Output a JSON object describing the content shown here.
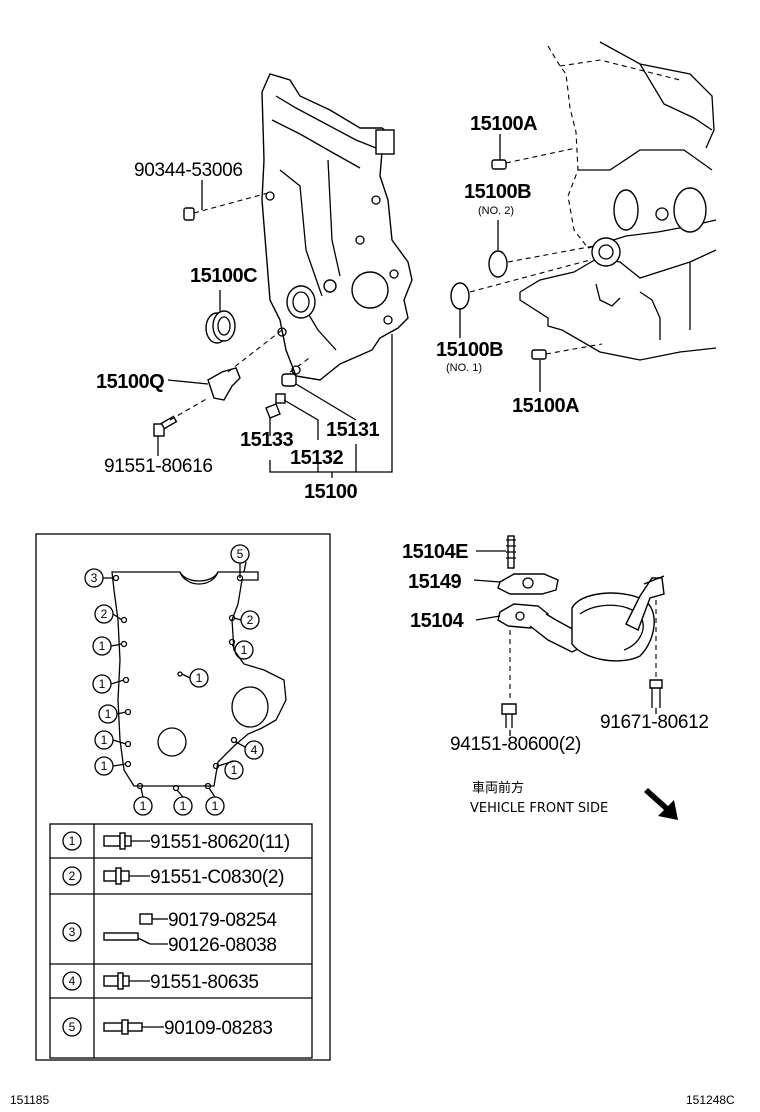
{
  "main_labels": {
    "p90344": "90344-53006",
    "p15100C": "15100C",
    "p15100Q": "15100Q",
    "p91551_80616": "91551-80616",
    "p15133": "15133",
    "p15132": "15132",
    "p15131": "15131",
    "p15100": "15100",
    "p15100A_top": "15100A",
    "p15100B_no2": "15100B",
    "no2": "(NO. 2)",
    "p15100B_no1": "15100B",
    "no1": "(NO. 1)",
    "p15100A_bot": "15100A"
  },
  "pump_labels": {
    "p15104E": "15104E",
    "p15149": "15149",
    "p15104": "15104",
    "p94151": "94151-80600(2)",
    "p91671": "91671-80612"
  },
  "direction": {
    "jp": "車両前方",
    "en": "VEHICLE FRONT SIDE"
  },
  "legend_rows": [
    {
      "num": "1",
      "codes": [
        "91551-80620(11)"
      ]
    },
    {
      "num": "2",
      "codes": [
        "91551-C0830(2)"
      ]
    },
    {
      "num": "3",
      "codes": [
        "90179-08254",
        "90126-08038"
      ]
    },
    {
      "num": "4",
      "codes": [
        "91551-80635"
      ]
    },
    {
      "num": "5",
      "codes": [
        "90109-08283"
      ]
    }
  ],
  "gasket_callouts": [
    "1",
    "1",
    "1",
    "1",
    "1",
    "1",
    "1",
    "1",
    "1",
    "1",
    "1",
    "2",
    "2",
    "3",
    "4",
    "5"
  ],
  "footer": {
    "left": "151185",
    "right": "151248C"
  }
}
